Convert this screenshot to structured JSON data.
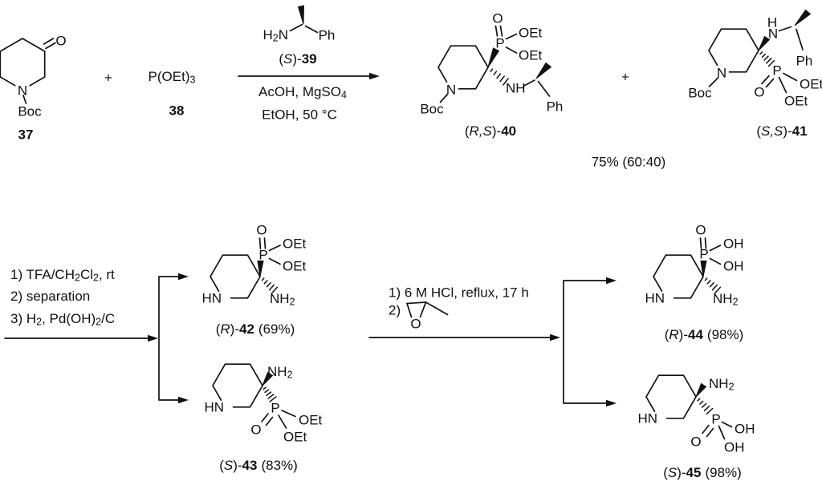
{
  "scheme": {
    "row1": {
      "compound37": {
        "atom_o": "O",
        "atom_n": "N",
        "boc": "Boc",
        "number": "37"
      },
      "plus1": "+",
      "compound38": {
        "formula": "P(OEt)",
        "formula_sub": "3",
        "number": "38"
      },
      "amine39": {
        "h": "H",
        "h_sub": "2",
        "n": "N",
        "ph": "Ph",
        "label_open": "(",
        "label_stereo": "S",
        "label_close": ")-",
        "label_number": "39"
      },
      "conditions": {
        "line1_main": "AcOH, MgSO",
        "line1_sub": "4",
        "line2": "EtOH, 50 °C"
      },
      "compound40": {
        "atom_o": "O",
        "atom_p": "P",
        "oet_top": "OEt",
        "oet_bottom": "OEt",
        "atom_n": "N",
        "boc": "Boc",
        "nh": "NH",
        "ph": "Ph",
        "label_open": "(",
        "label_stereo": "R,S",
        "label_close": ")-",
        "label_number": "40"
      },
      "plus2": "+",
      "compound41": {
        "nh_h": "H",
        "nh_n": "N",
        "atom_n": "N",
        "boc": "Boc",
        "ph": "Ph",
        "atom_p": "P",
        "atom_o": "O",
        "oet_top": "OEt",
        "oet_bottom": "OEt",
        "label_open": "(",
        "label_stereo": "S,S",
        "label_close": ")-",
        "label_number": "41"
      },
      "yield_text": "75% (60:40)"
    },
    "row2": {
      "conditions_a": {
        "l1a": "1) TFA/CH",
        "l1sub1": "2",
        "l1b": "Cl",
        "l1sub2": "2",
        "l1c": ", rt",
        "l2": "2) separation",
        "l3a": "3) H",
        "l3sub1": "2",
        "l3b": ", Pd(OH)",
        "l3sub2": "2",
        "l3c": "/C"
      },
      "compound42": {
        "atom_o": "O",
        "atom_p": "P",
        "oet_top": "OEt",
        "oet_bottom": "OEt",
        "hn": "HN",
        "nh2": "NH",
        "nh2_sub": "2",
        "label_open": "(",
        "label_stereo": "R",
        "label_close": ")-",
        "label_number": "42",
        "label_yield": "(69%)"
      },
      "compound43": {
        "nh2": "NH",
        "nh2_sub": "2",
        "hn": "HN",
        "atom_p": "P",
        "atom_o": "O",
        "oet_top": "OEt",
        "oet_bottom": "OEt",
        "label_open": "(",
        "label_stereo": "S",
        "label_close": ")-",
        "label_number": "43",
        "label_yield": "(83%)"
      },
      "conditions_b": {
        "l1": "1) 6 M HCl, reflux, 17 h",
        "l2": "2)",
        "epoxide_o": "O"
      },
      "compound44": {
        "atom_o": "O",
        "atom_p": "P",
        "oh_top": "OH",
        "oh_bottom": "OH",
        "hn": "HN",
        "nh2": "NH",
        "nh2_sub": "2",
        "label_open": "(",
        "label_stereo": "R",
        "label_close": ")-",
        "label_number": "44",
        "label_yield": "(98%)"
      },
      "compound45": {
        "nh2": "NH",
        "nh2_sub": "2",
        "hn": "HN",
        "atom_p": "P",
        "atom_o": "O",
        "oh_top": "OH",
        "oh_bottom": "OH",
        "label_open": "(",
        "label_stereo": "S",
        "label_close": ")-",
        "label_number": "45",
        "label_yield": "(98%)"
      }
    }
  }
}
